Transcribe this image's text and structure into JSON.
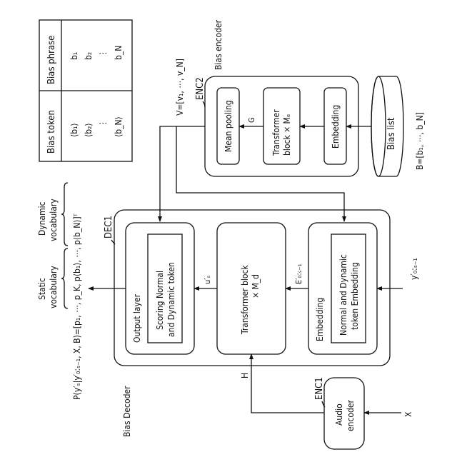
{
  "table": {
    "headers": [
      "Bias token",
      "Bias phrase"
    ],
    "rows": [
      {
        "token": "⟨b₁⟩",
        "phrase": "b₁"
      },
      {
        "token": "⟨b₂⟩",
        "phrase": "b₂"
      },
      {
        "token": "⋮",
        "phrase": "⋮"
      },
      {
        "token": "⟨b_N⟩",
        "phrase": "b_N"
      }
    ]
  },
  "bias_encoder": {
    "title": "Bias encoder",
    "ref": "ENC2",
    "mean_pooling": "Mean pooling",
    "transformer_line1": "Transformer",
    "transformer_line2": "block × Mₑ",
    "embedding": "Embedding",
    "g_label": "G",
    "v_label": "V=[v₁, ⋯, v_N]"
  },
  "bias_list": {
    "label": "Bias list",
    "b_label": "B=[b₁, ⋯, b_N]"
  },
  "bias_decoder": {
    "title": "Bias Decoder",
    "ref": "DEC1",
    "output_layer": "Output layer",
    "scoring_line1": "Scoring Normal",
    "scoring_line2": "and Dynamic token",
    "transformer_line1": "Transformer block",
    "transformer_line2": "× M_d",
    "embedding": "Embedding",
    "emb_inner_line1": "Normal and Dynamic",
    "emb_inner_line2": "token Embedding",
    "u_label": "u′ₛ",
    "e_label": "E′₀:ₛ₋₁",
    "y_label": "y′₀:ₛ₋₁",
    "h_label": "H"
  },
  "audio_encoder": {
    "ref": "ENC1",
    "line1": "Audio",
    "line2": "encoder",
    "x_label": "X"
  },
  "output": {
    "prob_label": "P(y′ₛ|y′₀:ₛ₋₁, X, B)=[p₁, ⋯, p_K, p⟨b₁⟩, ⋯, p⟨b_N⟩]ᵀ",
    "static_line1": "Static",
    "static_line2": "vocabulary",
    "dynamic_line1": "Dynamic",
    "dynamic_line2": "vocabulary"
  }
}
